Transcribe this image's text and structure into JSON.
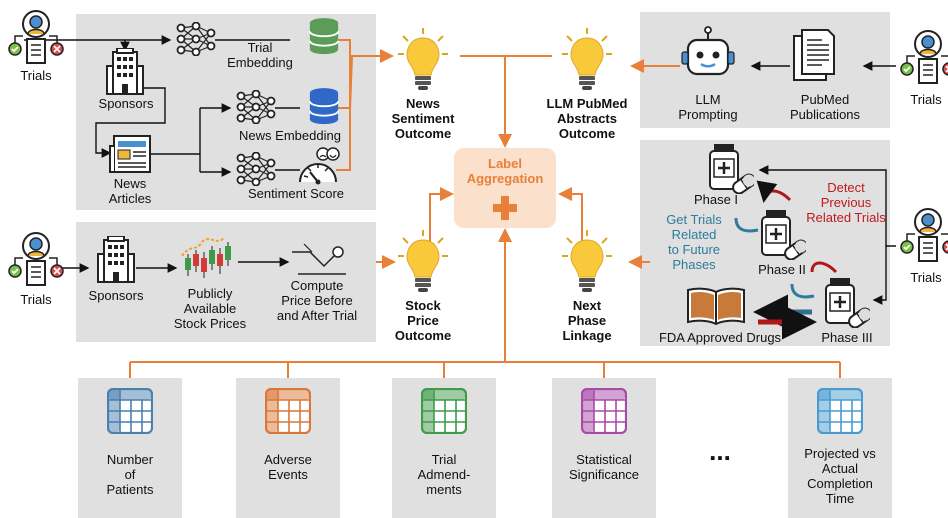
{
  "sources": {
    "trials_label": "Trials",
    "sponsors_label": "Sponsors",
    "news_articles_label": "News\nArticles",
    "trial_embedding_label": "Trial\nEmbedding",
    "news_embedding_label": "News Embedding",
    "sentiment_score_label": "Sentiment Score",
    "stock_prices_label": "Publicly\nAvailable\nStock Prices",
    "compute_price_label": "Compute\nPrice Before\nand After Trial",
    "llm_prompting_label": "LLM\nPrompting",
    "pubmed_publications_label": "PubMed\nPublications",
    "fda_drugs_label": "FDA Approved Drugs"
  },
  "phases": {
    "phase1": "Phase I",
    "phase2": "Phase II",
    "phase3": "Phase III",
    "future_label": "Get Trials\nRelated\nto Future\nPhases",
    "previous_label": "Detect\nPrevious\nRelated Trials"
  },
  "outcomes": {
    "news_sentiment": "News\nSentiment\nOutcome",
    "llm_pubmed": "LLM PubMed\nAbstracts\nOutcome",
    "stock_price": "Stock\nPrice\nOutcome",
    "next_phase": "Next\nPhase\nLinkage"
  },
  "aggregation": {
    "label": "Label\nAggregation"
  },
  "extra_labels": [
    {
      "label": "Number\nof\nPatients",
      "color": "#4a7fae"
    },
    {
      "label": "Adverse\nEvents",
      "color": "#d9773a"
    },
    {
      "label": "Trial\nAdmend-\nments",
      "color": "#3f9a4a"
    },
    {
      "label": "Statistical\nSignificance",
      "color": "#a84aa8"
    },
    {
      "label": "...",
      "color": "#000000"
    },
    {
      "label": "Projected vs\nActual\nCompletion\nTime",
      "color": "#4a9bd0"
    }
  ],
  "colors": {
    "arrow_orange": "#e8803a",
    "panel_gray": "#e0e0e0",
    "bulb_yellow": "#f8c93a",
    "aggregation_bg": "#fbe0cc",
    "future_text": "#2e7c9c",
    "previous_text": "#c0191b"
  }
}
